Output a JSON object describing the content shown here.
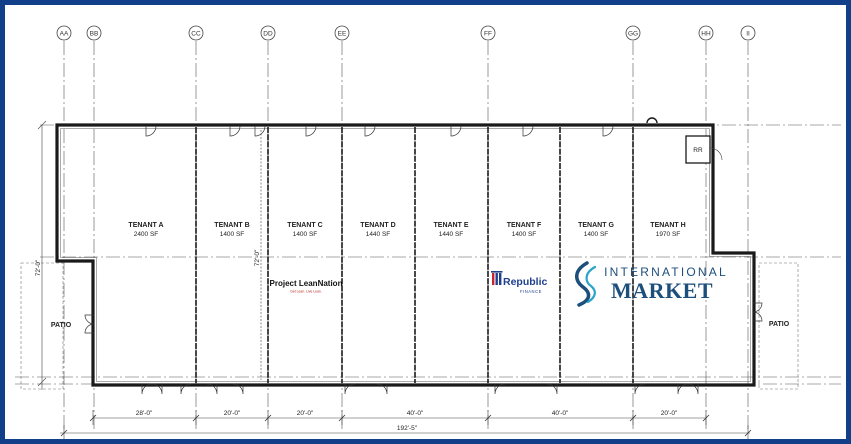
{
  "grid_lines": [
    {
      "id": "gl-aa",
      "label": "AA"
    },
    {
      "id": "gl-bb",
      "label": "BB"
    },
    {
      "id": "gl-cc",
      "label": "CC"
    },
    {
      "id": "gl-dd",
      "label": "DD"
    },
    {
      "id": "gl-ee",
      "label": "EE"
    },
    {
      "id": "gl-ff",
      "label": "FF"
    },
    {
      "id": "gl-gg",
      "label": "GG"
    },
    {
      "id": "gl-hh",
      "label": "HH"
    },
    {
      "id": "gl-ii",
      "label": "II"
    }
  ],
  "tenants": [
    {
      "name": "TENANT A",
      "area": "2400 SF"
    },
    {
      "name": "TENANT B",
      "area": "1400 SF"
    },
    {
      "name": "TENANT C",
      "area": "1400 SF"
    },
    {
      "name": "TENANT D",
      "area": "1440 SF"
    },
    {
      "name": "TENANT E",
      "area": "1440 SF"
    },
    {
      "name": "TENANT F",
      "area": "1400 SF"
    },
    {
      "name": "TENANT G",
      "area": "1400 SF"
    },
    {
      "name": "TENANT H",
      "area": "1970 SF"
    }
  ],
  "labels": {
    "restroom": "RR",
    "patio_left": "PATIO",
    "patio_right": "PATIO",
    "depth_left": "72'-0\"",
    "depth_mid": "72'-0\""
  },
  "dimensions": {
    "segments": [
      "28'-0\"",
      "20'-0\"",
      "20'-0\"",
      "40'-0\"",
      "40'-0\"",
      "20'-0\""
    ],
    "total": "192'-5\""
  },
  "logos": {
    "project_leannation": {
      "title": "Project LeanNation",
      "tagline": "Get Lean. Live Lean."
    },
    "republic_finance": {
      "title": "Republic",
      "subtitle": "FINANCE"
    },
    "international_market": {
      "line1": "INTERNATIONAL",
      "line2": "MARKET"
    }
  },
  "colors": {
    "border": "#123f8a",
    "wall": "#1a1a1a",
    "market_blue": "#1d4f7c",
    "market_teal": "#2aa4c8",
    "republic_red": "#c8262b",
    "republic_blue": "#1f3f8f"
  }
}
